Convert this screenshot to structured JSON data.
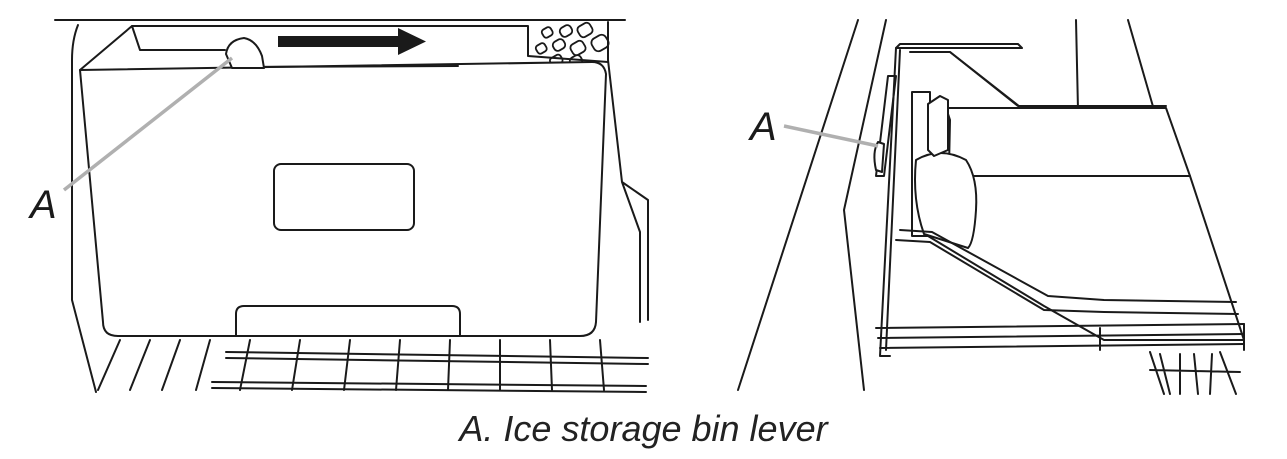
{
  "figure": {
    "left_callout_label": "A",
    "right_callout_label": "A",
    "caption": "A. Ice storage bin lever"
  },
  "colors": {
    "line": "#1a1a1a",
    "callout_line": "#b0b0b0",
    "background": "#ffffff"
  }
}
